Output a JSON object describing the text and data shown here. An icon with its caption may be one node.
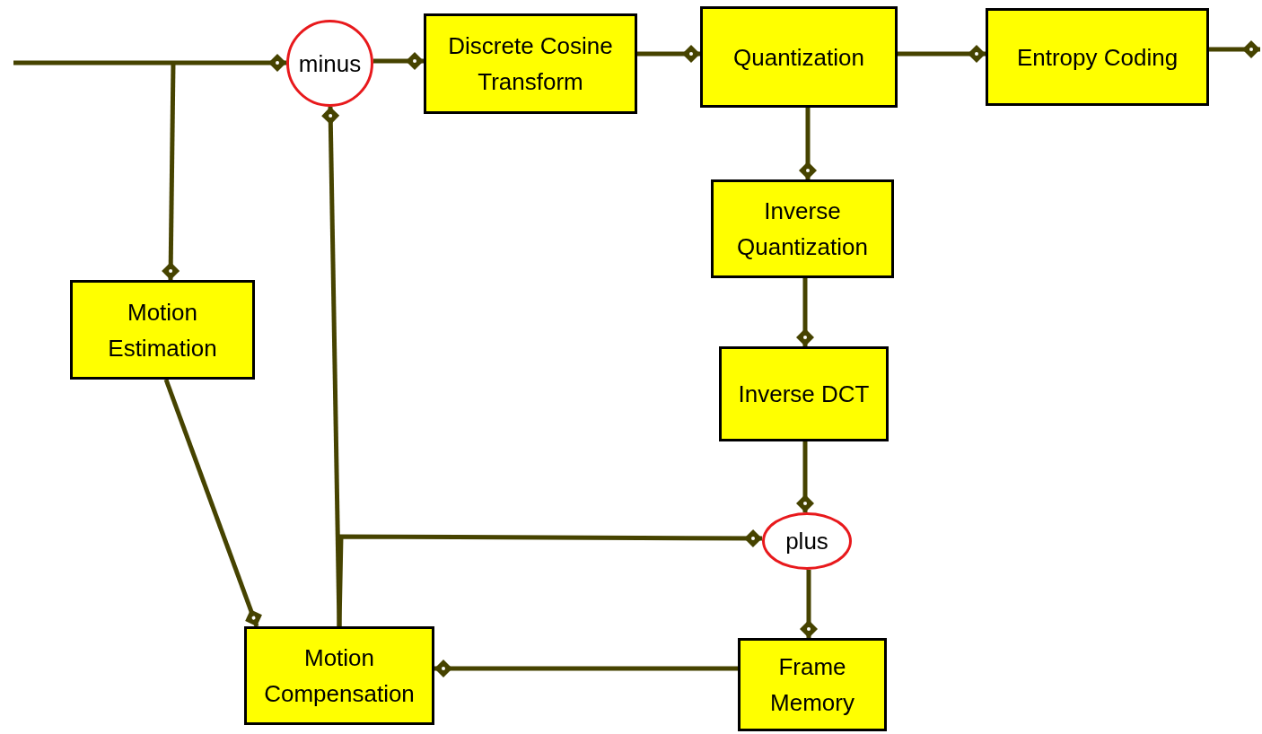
{
  "diagram": {
    "nodes": [
      {
        "text": [
          "minus"
        ]
      },
      {
        "text": [
          "Discrete Cosine Transform"
        ]
      },
      {
        "text": [
          "Quantization"
        ]
      },
      {
        "text": [
          "Entropy Coding"
        ]
      },
      {
        "text": [
          "Inverse Quantization"
        ]
      },
      {
        "text": [
          "Inverse DCT"
        ]
      },
      {
        "text": [
          "plus"
        ]
      },
      {
        "text": [
          "Frame Memory"
        ]
      },
      {
        "text": [
          "Motion Compensation"
        ]
      },
      {
        "text": [
          "Motion Estimation"
        ]
      }
    ],
    "edges": [
      {
        "from": null,
        "to": 0,
        "arrow": "other"
      },
      {
        "from": null,
        "to": 9,
        "arrow": "other"
      },
      {
        "from": 0,
        "to": 1,
        "arrow": "other"
      },
      {
        "from": 1,
        "to": 2,
        "arrow": "other"
      },
      {
        "from": 2,
        "to": 3,
        "arrow": "other"
      },
      {
        "from": 3,
        "to": null,
        "arrow": "other"
      },
      {
        "from": 2,
        "to": 4,
        "arrow": "other"
      },
      {
        "from": 4,
        "to": 5,
        "arrow": "other"
      },
      {
        "from": 5,
        "to": 6,
        "arrow": "other"
      },
      {
        "from": 8,
        "to": 0,
        "arrow": "other"
      },
      {
        "from": 8,
        "to": 6,
        "arrow": "other"
      },
      {
        "from": 9,
        "to": 8,
        "arrow": "other"
      },
      {
        "from": 6,
        "to": 7,
        "arrow": "other"
      },
      {
        "from": 7,
        "to": 8,
        "arrow": "other"
      }
    ]
  }
}
